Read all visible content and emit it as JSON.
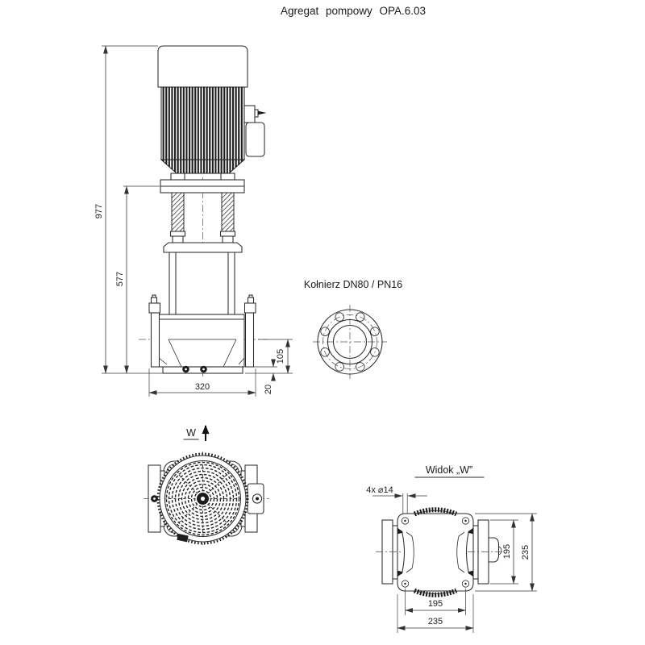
{
  "title": "Agregat pompowy OPA.6.03",
  "colors": {
    "line": "#2b2b2b",
    "dim_line": "#3a3a3a",
    "dark_fill": "#1c1c1c",
    "background": "#ffffff"
  },
  "front_view": {
    "dims": {
      "total_height": "977",
      "pump_height": "577",
      "port_height": "105",
      "base_thickness": "20",
      "base_width": "320"
    }
  },
  "flange_detail": {
    "label": "Kołnierz DN80 / PN16"
  },
  "view_arrow": {
    "label": "W"
  },
  "view_w": {
    "title": "Widok „W”",
    "holes_label": "4x ⌀14",
    "dims": {
      "hole_spacing": "195",
      "base_width": "235",
      "flange_span": "195",
      "base_depth": "235"
    }
  }
}
